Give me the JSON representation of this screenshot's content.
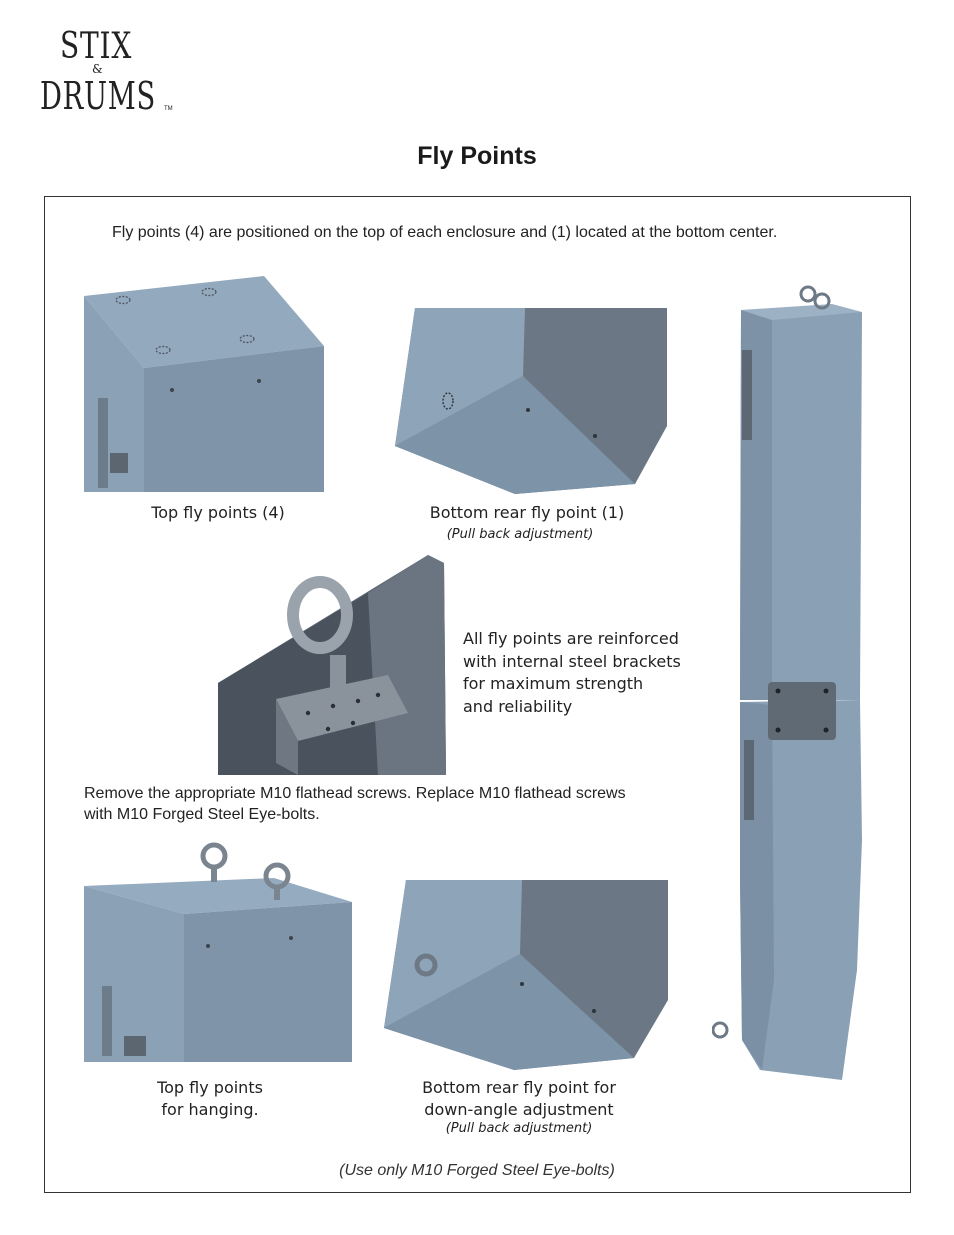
{
  "logo": {
    "line1": "STIX",
    "amp": "&",
    "line2": "DRUMS",
    "tm": "TM"
  },
  "title": "Fly Points",
  "intro": "Fly points (4) are positioned on the top of each enclosure and (1) located at the bottom center.",
  "captions": {
    "top_fly": "Top fly points (4)",
    "bottom_rear": "Bottom rear fly point (1)",
    "bottom_rear_sub": "(Pull back adjustment)",
    "reinforced": [
      "All fly points are reinforced",
      "with internal steel brackets",
      "for maximum strength",
      "and reliability"
    ],
    "remove_line1": "Remove the appropriate M10 flathead screws. Replace M10 flathead screws",
    "remove_line2": "with M10 Forged Steel Eye-bolts.",
    "top_hanging_1": "Top fly points",
    "top_hanging_2": "for hanging.",
    "bottom_down_1": "Bottom rear fly point for",
    "bottom_down_2": "down-angle adjustment",
    "bottom_down_sub": "(Pull back adjustment)"
  },
  "footnote": "(Use only M10 Forged Steel Eye-bolts)",
  "colors": {
    "cabinet_light": "#8fa6bd",
    "cabinet_mid": "#6b7e92",
    "cabinet_dark": "#5a6470",
    "steel": "#7a8590"
  }
}
